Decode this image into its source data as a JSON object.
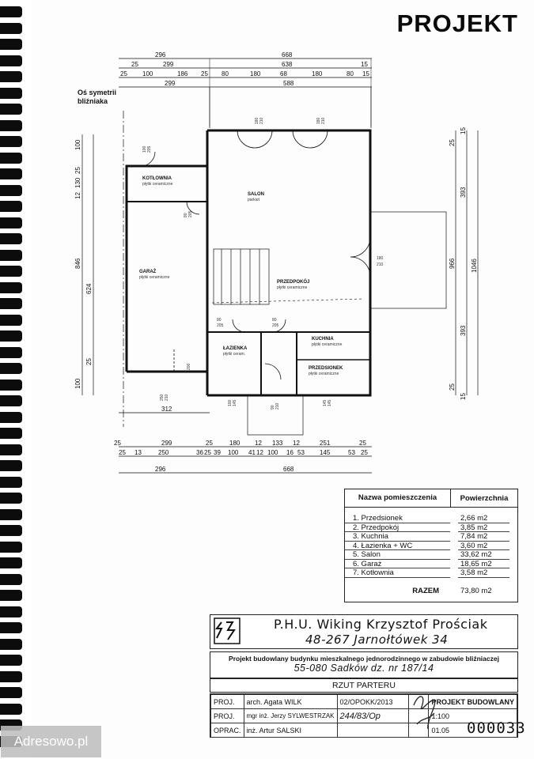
{
  "header": {
    "title": "PROJEKT"
  },
  "plan": {
    "axis_label_lines": [
      "Oś symetrii",
      "bliźniaka"
    ],
    "top_dims": {
      "row1": [
        "296",
        "668"
      ],
      "row2": [
        "25",
        "299",
        "638",
        "15"
      ],
      "row3": [
        "25",
        "100",
        "186",
        "25",
        "80",
        "180",
        "68",
        "180",
        "80",
        "15"
      ],
      "row4": [
        "299",
        "588"
      ]
    },
    "bottom_dims": {
      "row1": [
        "25",
        "299",
        "25",
        "180",
        "12",
        "133",
        "12",
        "251",
        "25"
      ],
      "row2": [
        "25",
        "13",
        "250",
        "36",
        "25",
        "39",
        "100",
        "41",
        "12",
        "100",
        "16",
        "53",
        "145",
        "53",
        "25"
      ],
      "row3": [
        "296",
        "668"
      ]
    },
    "left_dims": [
      "100",
      "12",
      "130",
      "25",
      "846",
      "624",
      "25",
      "100"
    ],
    "right_dims": [
      "25",
      "15",
      "393",
      "966",
      "1046",
      "393",
      "25",
      "15"
    ],
    "garage_width": "312",
    "rooms": [
      {
        "name": "SALON",
        "finish": "parkiet"
      },
      {
        "name": "KOTŁOWNIA",
        "finish": "płytki ceramiczne"
      },
      {
        "name": "GARAŻ",
        "finish": "płytki ceramiczne"
      },
      {
        "name": "PRZEDPOKÓJ",
        "finish": "płytki ceramiczne"
      },
      {
        "name": "KUCHNIA",
        "finish": "płytki ceramiczne"
      },
      {
        "name": "ŁAZIENKA",
        "finish": "płytki ceram."
      },
      {
        "name": "PRZEDSIONEK",
        "finish": "płytki ceramiczne"
      }
    ],
    "openings": {
      "salon_door_1": [
        "180",
        "210"
      ],
      "salon_door_2": [
        "180",
        "210"
      ],
      "side_door": [
        "180",
        "210"
      ],
      "boiler_door": [
        "100",
        "205"
      ],
      "boiler_inner_door": [
        "80",
        "205"
      ],
      "garage_gate": [
        "250",
        "210"
      ],
      "bath_door": [
        "80",
        "205"
      ],
      "wc_door": [
        "80",
        "205"
      ],
      "entrance_door": [
        "90",
        "210"
      ],
      "win_bath": [
        "100",
        "145"
      ],
      "win_hall": [
        "145",
        "145"
      ],
      "garage_gate_dim": "200"
    }
  },
  "areas_table": {
    "headers": [
      "Nazwa pomieszczenia",
      "Powierzchnia"
    ],
    "rows": [
      {
        "name": "1. Przedsionek",
        "area": "2,66 m2"
      },
      {
        "name": "2. Przedpokój",
        "area": "3,85 m2"
      },
      {
        "name": "3. Kuchnia",
        "area": "7,84 m2"
      },
      {
        "name": "4. Łazienka + WC",
        "area": "3,60 m2"
      },
      {
        "name": "5. Salon",
        "area": "33,62 m2"
      },
      {
        "name": "6. Garaż",
        "area": "18,65 m2"
      },
      {
        "name": "7. Kotłownia",
        "area": "3,58 m2"
      }
    ],
    "total_label": "RAZEM",
    "total_value": "73,80 m2"
  },
  "title_block": {
    "company_line1": "P.H.U. Wiking Krzysztof Prościak",
    "company_line2": "48-267 Jarnołtówek 34",
    "project_line1": "Projekt budowlany budynku mieszkalnego jednorodzinnego w zabudowie bliźniaczej",
    "project_line2": "55-080 Sadków dz. nr 187/14",
    "sheet_title": "RZUT PARTERU",
    "rows": [
      {
        "role": "PROJ.",
        "person": "arch. Agata WILK",
        "code": "02/OPOKK/2013",
        "type": "PROJEKT BUDOWLANY"
      },
      {
        "role": "PROJ.",
        "person": "mgr inż. Jerzy SYLWESTRZAK",
        "code": "244/83/Op",
        "type": "1:100"
      },
      {
        "role": "OPRAC.",
        "person": "inż. Artur SALSKI",
        "code": "",
        "type": "01.05"
      }
    ],
    "document_number": "000033"
  },
  "watermark": {
    "text": "Adresowo.pl"
  }
}
